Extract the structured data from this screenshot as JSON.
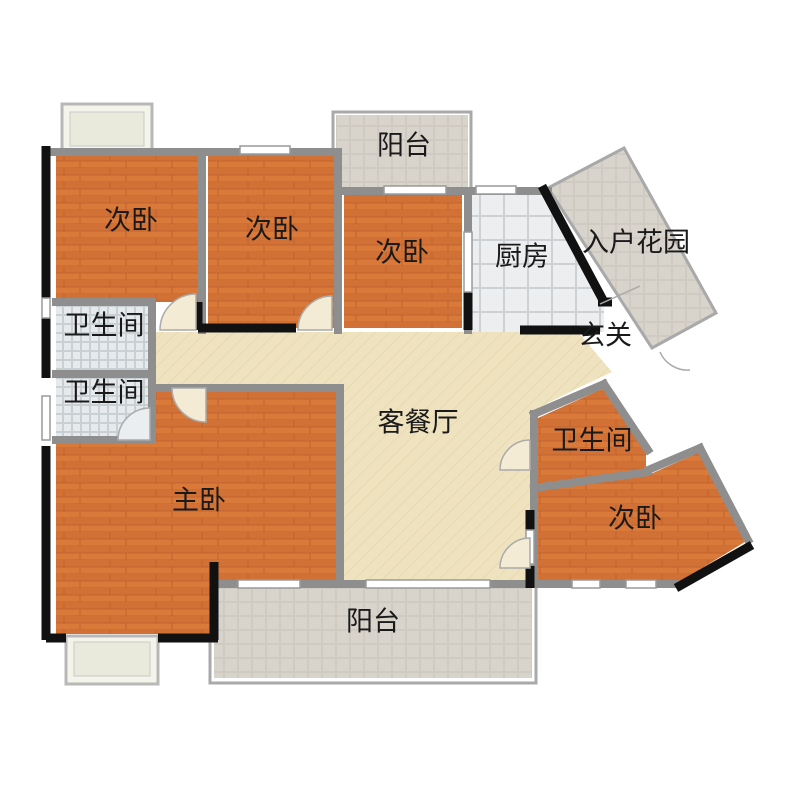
{
  "floor_plan": {
    "rooms": {
      "bedroom_top_left": "次卧",
      "bedroom_top_middle": "次卧",
      "bedroom_top_right": "次卧",
      "balcony_top": "阳台",
      "kitchen": "厨房",
      "entry_garden": "入户花园",
      "entrance": "玄关",
      "bathroom_upper": "卫生间",
      "bathroom_lower": "卫生间",
      "living_dining": "客餐厅",
      "master_bedroom": "主卧",
      "bathroom_right": "卫生间",
      "bedroom_right": "次卧",
      "balcony_bottom": "阳台"
    },
    "colors": {
      "wall": "#111111",
      "wall_grey": "#8e8e8e",
      "bedroom_wood": "#d9793a",
      "living_floor": "#efe3bf",
      "balcony_tile": "#cfcac2",
      "bathroom_tile": "#dde3e6",
      "kitchen_tile": "#e3e6e8"
    }
  }
}
